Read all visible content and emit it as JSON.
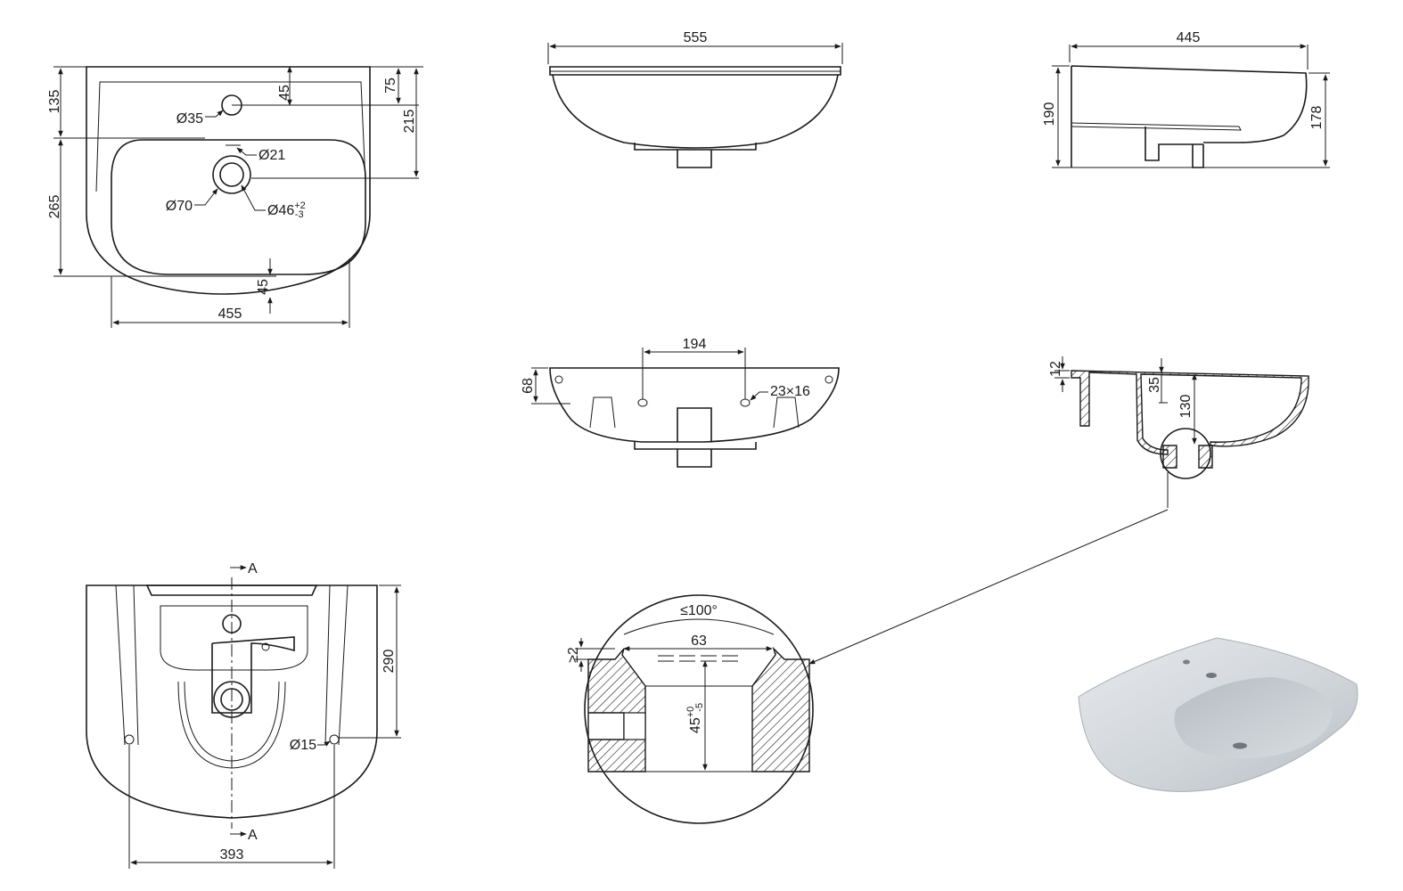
{
  "top_view": {
    "dim_width": "455",
    "dim_back_depth": "135",
    "dim_bowl_depth": "265",
    "dim_tap_offset": "45",
    "dim_rim_75": "75",
    "dim_drain_215": "215",
    "dim_front_45": "45",
    "tap_hole": "Ø35",
    "overflow_hole": "Ø21",
    "drain_outer": "Ø70",
    "drain_inner_base": "Ø46",
    "drain_inner_tol_plus": "+2",
    "drain_inner_tol_minus": "-3"
  },
  "front_view": {
    "dim_width": "555"
  },
  "side_view": {
    "dim_depth": "445",
    "dim_height_left": "190",
    "dim_height_right": "178"
  },
  "back_view": {
    "dim_bolt_spacing": "194",
    "dim_height": "68",
    "slot_size": "23×16"
  },
  "section_view": {
    "dim_rim": "12",
    "dim_35": "35",
    "dim_130": "130"
  },
  "bottom_view": {
    "section_mark_top": "A",
    "section_mark_bottom": "A",
    "dim_height": "290",
    "dim_spacing": "393",
    "hole": "Ø15"
  },
  "detail_view": {
    "angle": "≤100°",
    "dim_width": "63",
    "dim_depth_base": "45",
    "dim_depth_tol_plus": "+0",
    "dim_depth_tol_minus": "-5",
    "dim_min": "≥2"
  }
}
